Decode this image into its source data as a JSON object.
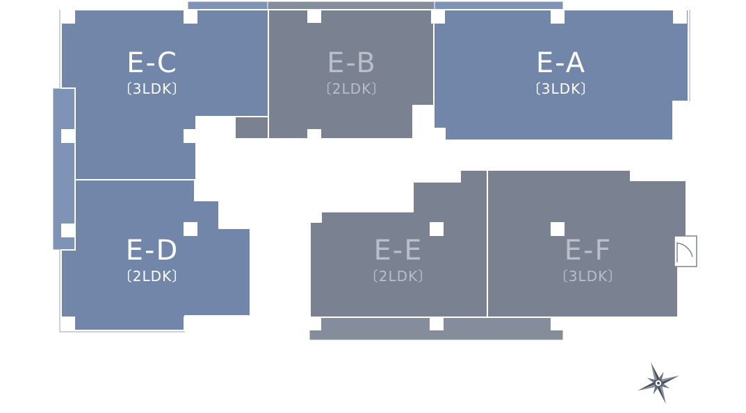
{
  "colors": {
    "available": "#7186a9",
    "unavailable": "#7a8191",
    "available_text": "#ffffff",
    "unavailable_text": "#b9bec9",
    "balcony_available": "#7e93b5",
    "balcony_unavailable": "#858c9b",
    "column": "#ffffff"
  },
  "units": [
    {
      "id": "E-A",
      "code": "E-A",
      "type": "〔3LDK〕",
      "available": true
    },
    {
      "id": "E-B",
      "code": "E-B",
      "type": "〔2LDK〕",
      "available": false
    },
    {
      "id": "E-C",
      "code": "E-C",
      "type": "〔3LDK〕",
      "available": true
    },
    {
      "id": "E-D",
      "code": "E-D",
      "type": "〔2LDK〕",
      "available": true
    },
    {
      "id": "E-E",
      "code": "E-E",
      "type": "〔2LDK〕",
      "available": false
    },
    {
      "id": "E-F",
      "code": "E-F",
      "type": "〔3LDK〕",
      "available": false
    }
  ],
  "compass_icon": "compass-rose-icon"
}
